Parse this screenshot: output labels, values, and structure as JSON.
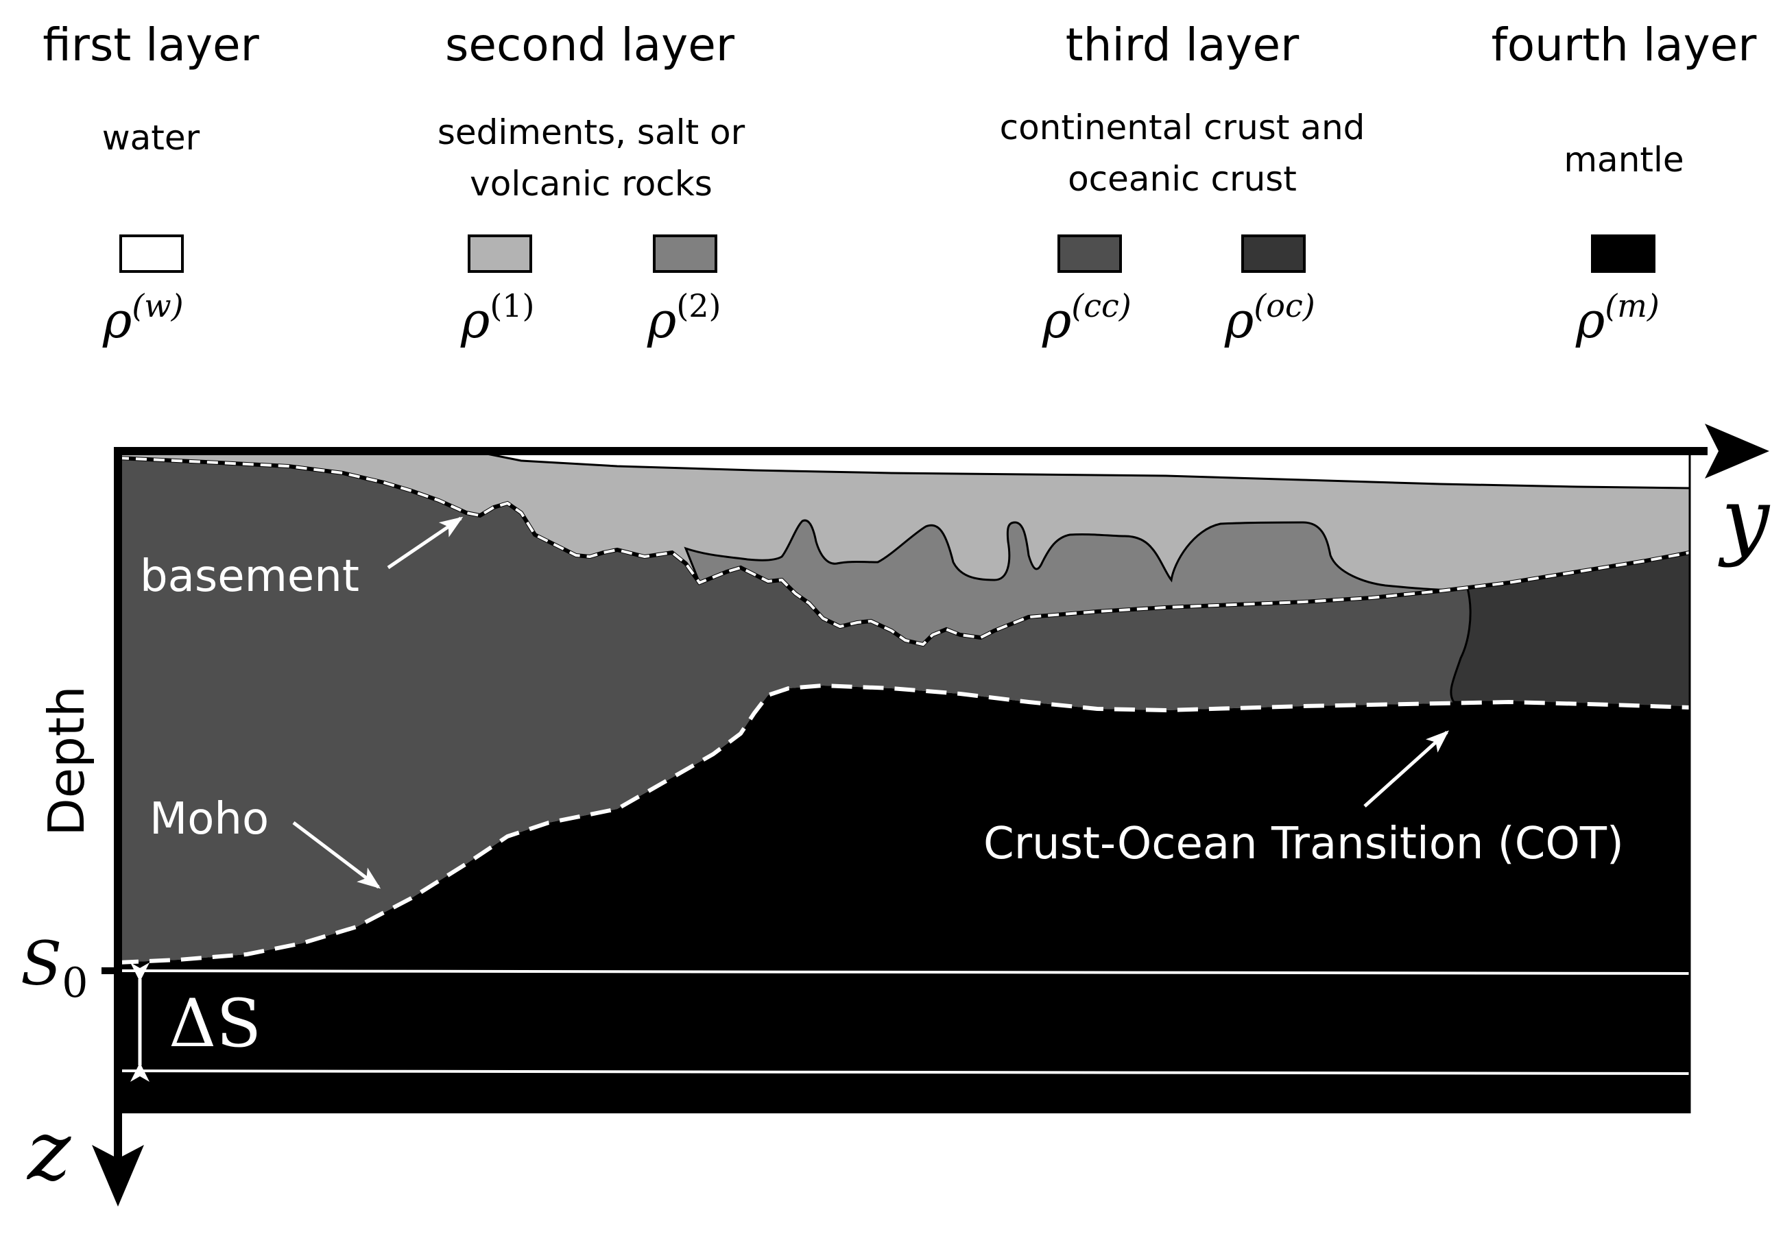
{
  "legend": {
    "layers": [
      {
        "title": "first layer",
        "description": [
          "water"
        ],
        "swatches": [
          {
            "symbol": "ρ",
            "superscript": "(w)",
            "color": "#ffffff"
          }
        ]
      },
      {
        "title": "second layer",
        "description": [
          "sediments, salt or",
          "volcanic rocks"
        ],
        "swatches": [
          {
            "symbol": "ρ",
            "superscript": "(1)",
            "color": "#b3b3b3"
          },
          {
            "symbol": "ρ",
            "superscript": "(2)",
            "color": "#808080"
          }
        ]
      },
      {
        "title": "third layer",
        "description": [
          "continental crust and",
          "oceanic crust"
        ],
        "swatches": [
          {
            "symbol": "ρ",
            "superscript": "(cc)",
            "color": "#4f4f4f"
          },
          {
            "symbol": "ρ",
            "superscript": "(oc)",
            "color": "#363636"
          }
        ]
      },
      {
        "title": "fourth layer",
        "description": [
          "mantle"
        ],
        "swatches": [
          {
            "symbol": "ρ",
            "superscript": "(m)",
            "color": "#000000"
          }
        ]
      }
    ]
  },
  "section": {
    "labels": {
      "basement": "basement",
      "moho": "Moho",
      "cot": "Crust-Ocean Transition (COT)"
    },
    "axes": {
      "horizontal": "y",
      "vertical": "z",
      "depth": "Depth",
      "reference": {
        "symbol": "S",
        "subscript": "0"
      },
      "delta": "ΔS"
    },
    "colors": {
      "water": "#ffffff",
      "sediment_1": "#b3b3b3",
      "sediment_2": "#808080",
      "continental_crust": "#4f4f4f",
      "oceanic_crust": "#363636",
      "mantle": "#000000",
      "boundary_dash": "#ffffff"
    }
  }
}
